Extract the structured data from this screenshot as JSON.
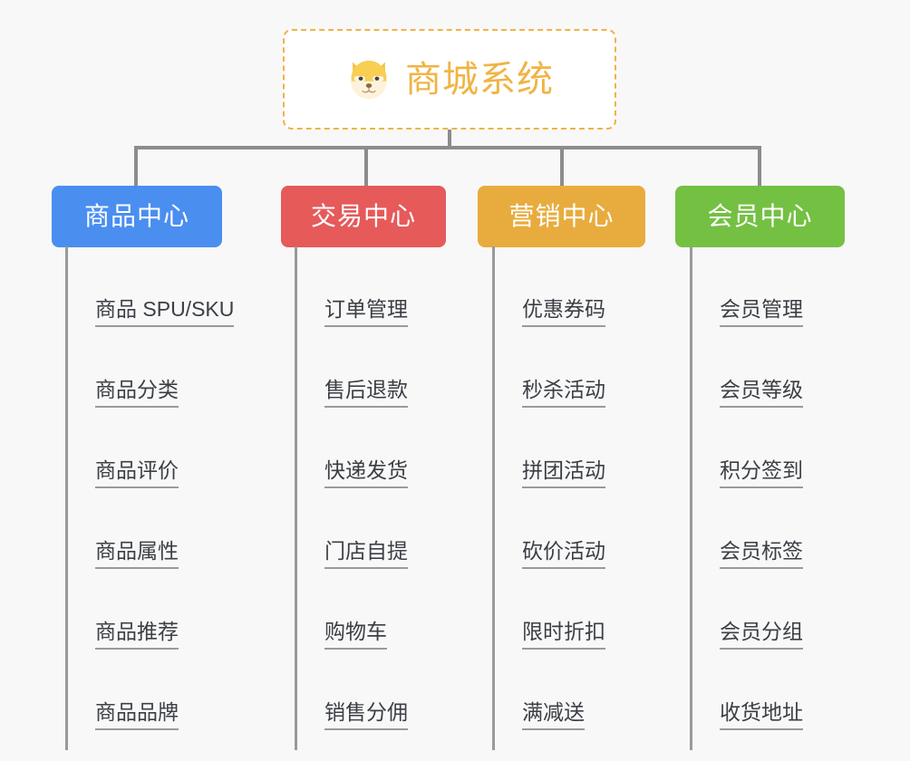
{
  "diagram": {
    "type": "organization-tree",
    "background_color": "#f8f8f8",
    "root": {
      "title": "商城系统",
      "icon": "shiba-dog-icon",
      "border_color": "#f0b24a",
      "text_color": "#f0b445",
      "background_color": "#ffffff"
    },
    "connector_color": "#8c8c8c",
    "branches": [
      {
        "label": "商品中心",
        "color": "#4a8ef0",
        "items": [
          "商品 SPU/SKU",
          "商品分类",
          "商品评价",
          "商品属性",
          "商品推荐",
          "商品品牌"
        ]
      },
      {
        "label": "交易中心",
        "color": "#e65a5a",
        "items": [
          "订单管理",
          "售后退款",
          "快递发货",
          "门店自提",
          "购物车",
          "销售分佣"
        ]
      },
      {
        "label": "营销中心",
        "color": "#e8ac3e",
        "items": [
          "优惠券码",
          "秒杀活动",
          "拼团活动",
          "砍价活动",
          "限时折扣",
          "满减送"
        ]
      },
      {
        "label": "会员中心",
        "color": "#74c043",
        "items": [
          "会员管理",
          "会员等级",
          "积分签到",
          "会员标签",
          "会员分组",
          "收货地址"
        ]
      }
    ]
  }
}
